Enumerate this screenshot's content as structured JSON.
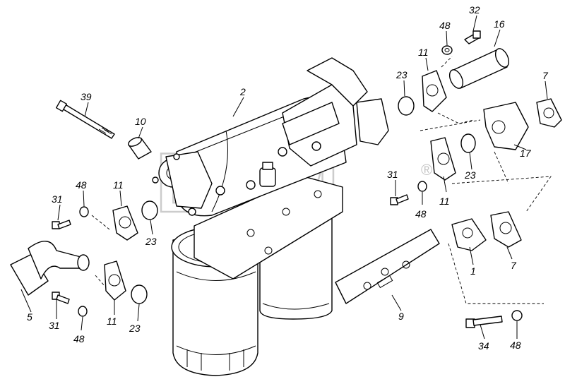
{
  "watermark": {
    "text": "BTM",
    "mark": "®"
  },
  "labels": {
    "l39": "39",
    "l10": "10",
    "l2": "2",
    "l32": "32",
    "l48a": "48",
    "l16": "16",
    "l11a": "11",
    "l23a": "23",
    "l7a": "7",
    "l17": "17",
    "l23b": "23",
    "l11b": "11",
    "l31a": "31",
    "l48b": "48",
    "l31b": "31",
    "l48c": "48",
    "l11c": "11",
    "l23c": "23",
    "l5": "5",
    "l31c": "31",
    "l48d": "48",
    "l11d": "11",
    "l23d": "23",
    "l1": "1",
    "l7b": "7",
    "l9": "9",
    "l34": "34",
    "l48e": "48"
  }
}
